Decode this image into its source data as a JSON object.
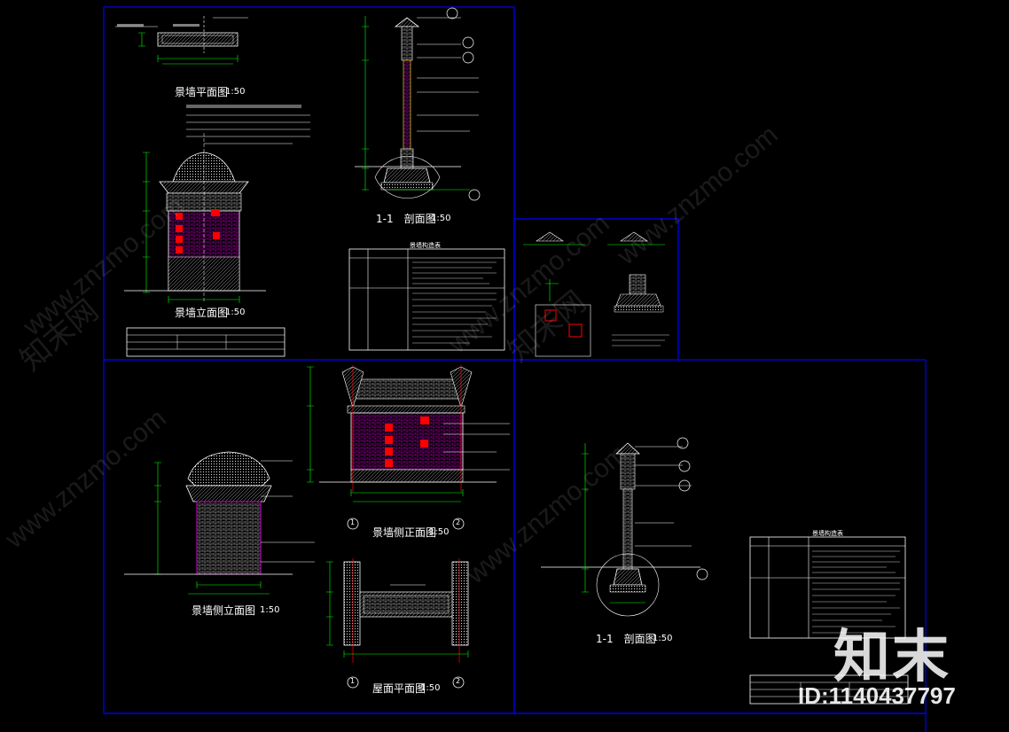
{
  "drawing": {
    "captions": {
      "plan": "景墙平面图",
      "front_elev": "景墙立面图",
      "section_top": "1-1　剖面图",
      "side_elev": "景墙侧立面图",
      "side_front_elev": "景墙侧正面图",
      "roof_plan": "屋面平面图",
      "section_bottom": "1-1　剖面图"
    },
    "scale": "1:50",
    "axis_labels": [
      "1",
      "2"
    ],
    "table_title": "景墙构造表"
  },
  "watermark": {
    "brand": "知末",
    "id": "ID:1140437797",
    "site": "www.znzmo.com",
    "site_cn": "知末网"
  },
  "colors": {
    "background": "#000000",
    "frame": "#0000ff",
    "line": "#ffffff",
    "dim": "#00ff00",
    "accent": "#ff0000",
    "hatch": "#ff00ff"
  }
}
